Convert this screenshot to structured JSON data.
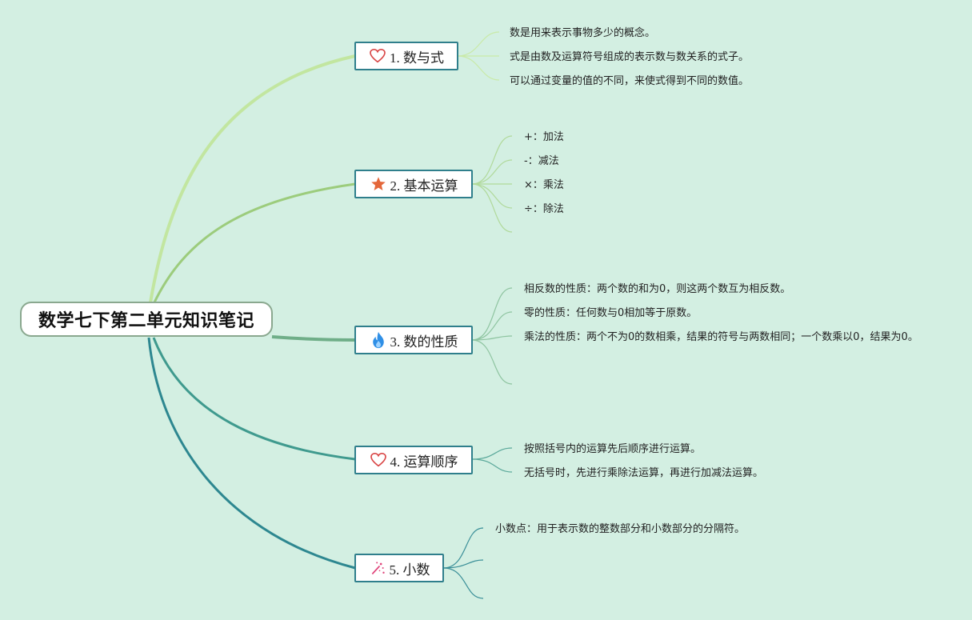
{
  "root": {
    "title": "数学七下第二单元知识笔记"
  },
  "colors": {
    "background": "#d3efe2",
    "branch1": "#bde39a",
    "branch2": "#9ccc7c",
    "branch3": "#6fae88",
    "branch4": "#3f9a8e",
    "branch5": "#2d8790",
    "topic_border": "#2f7f8c"
  },
  "topics": [
    {
      "label": "1. 数与式",
      "icon": "heart-outline-icon",
      "notes": [
        "数是用来表示事物多少的概念。",
        "式是由数及运算符号组成的表示数与数关系的式子。",
        "可以通过变量的值的不同，来使式得到不同的数值。"
      ]
    },
    {
      "label": "2. 基本运算",
      "icon": "star-icon",
      "notes": [
        "+：加法",
        "-：减法",
        "×：乘法",
        "÷：除法",
        ""
      ]
    },
    {
      "label": "3. 数的性质",
      "icon": "flame-icon",
      "notes": [
        "相反数的性质：两个数的和为0，则这两个数互为相反数。",
        "零的性质：任何数与0相加等于原数。",
        "乘法的性质：两个不为0的数相乘，结果的符号与两数相同；一个数乘以0，结果为0。",
        ""
      ]
    },
    {
      "label": "4. 运算顺序",
      "icon": "heart-outline-icon",
      "notes": [
        "按照括号内的运算先后顺序进行运算。",
        "无括号时，先进行乘除法运算，再进行加减法运算。"
      ]
    },
    {
      "label": "5. 小数",
      "icon": "sparkle-icon",
      "notes": [
        "小数点：用于表示数的整数部分和小数部分的分隔符。",
        "",
        ""
      ]
    }
  ]
}
